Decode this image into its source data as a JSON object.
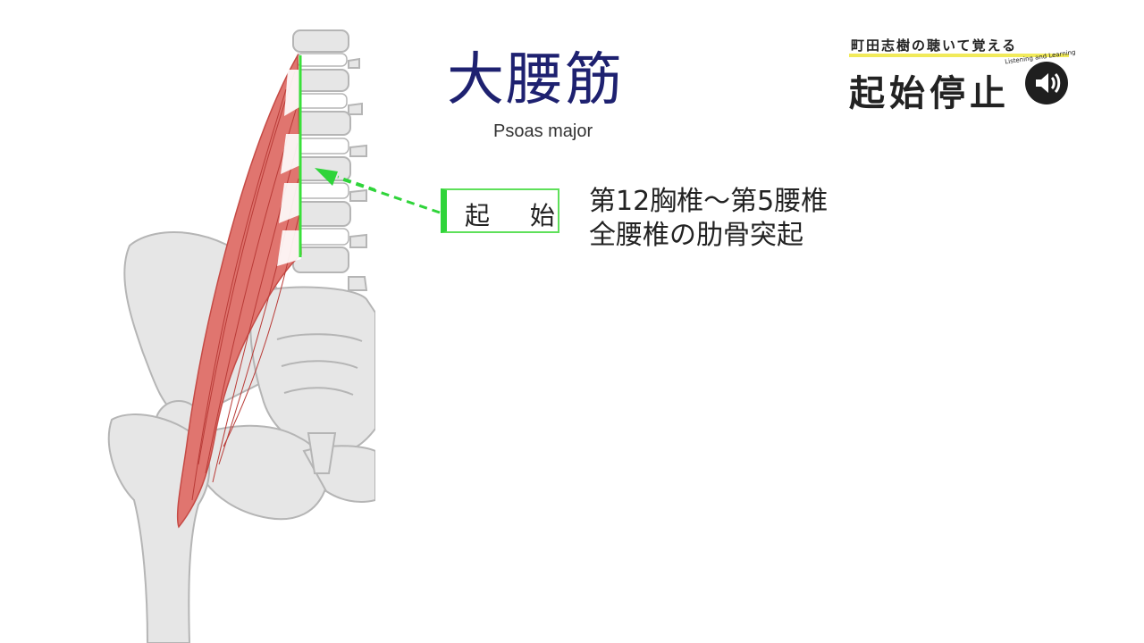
{
  "title": {
    "japanese": "大腰筋",
    "english": "Psoas major"
  },
  "origin": {
    "label": "起 始",
    "lines": [
      "第12胸椎～第5腰椎",
      "全腰椎の肋骨突起"
    ]
  },
  "brand": {
    "subtitle": "町田志樹の聴いて覚える",
    "main": "起始停止",
    "small": "Listening and Learning"
  },
  "colors": {
    "title": "#1e2170",
    "highlight": "#2fd43a",
    "muscle": "#e0756f",
    "bone": "#e6e6e6",
    "bone_outline": "#b5b5b5"
  },
  "icons": {
    "speaker": "speaker-icon"
  }
}
